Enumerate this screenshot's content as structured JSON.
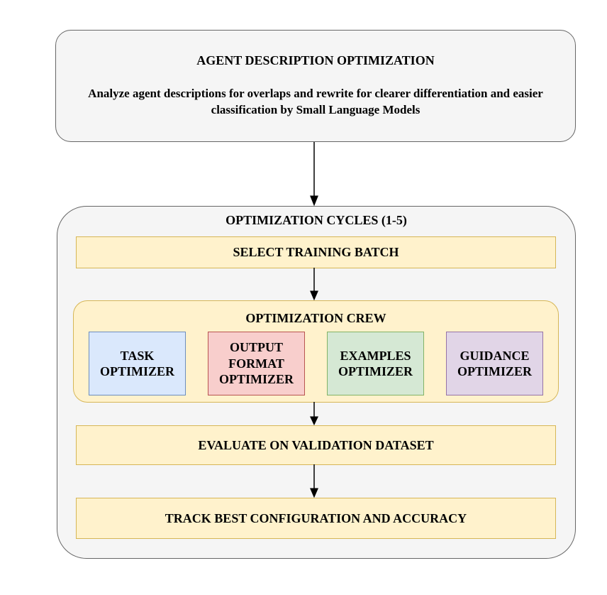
{
  "diagram": {
    "top_box": {
      "title": "AGENT DESCRIPTION OPTIMIZATION",
      "description": "Analyze agent descriptions for overlaps and rewrite for clearer differentiation and easier classification by Small Language Models"
    },
    "cycles": {
      "title": "OPTIMIZATION CYCLES (1-5)",
      "select_batch_label": "SELECT TRAINING BATCH",
      "crew": {
        "title": "OPTIMIZATION CREW",
        "optimizers": [
          {
            "label": "TASK OPTIMIZER",
            "fill": "#dae8fc",
            "border": "#6c8ebf"
          },
          {
            "label": "OUTPUT FORMAT OPTIMIZER",
            "fill": "#f8cecc",
            "border": "#b85450"
          },
          {
            "label": "EXAMPLES OPTIMIZER",
            "fill": "#d5e8d4",
            "border": "#82b366"
          },
          {
            "label": "GUIDANCE OPTIMIZER",
            "fill": "#e1d5e7",
            "border": "#9673a6"
          }
        ]
      },
      "evaluate_label": "EVALUATE ON VALIDATION DATASET",
      "track_label": "TRACK BEST CONFIGURATION AND ACCURACY"
    },
    "colors": {
      "background": "#ffffff",
      "container_fill": "#f5f5f5",
      "container_border": "#666666",
      "step_fill": "#fff2cc",
      "step_border": "#d6b656",
      "arrow": "#000000",
      "text": "#000000"
    }
  }
}
